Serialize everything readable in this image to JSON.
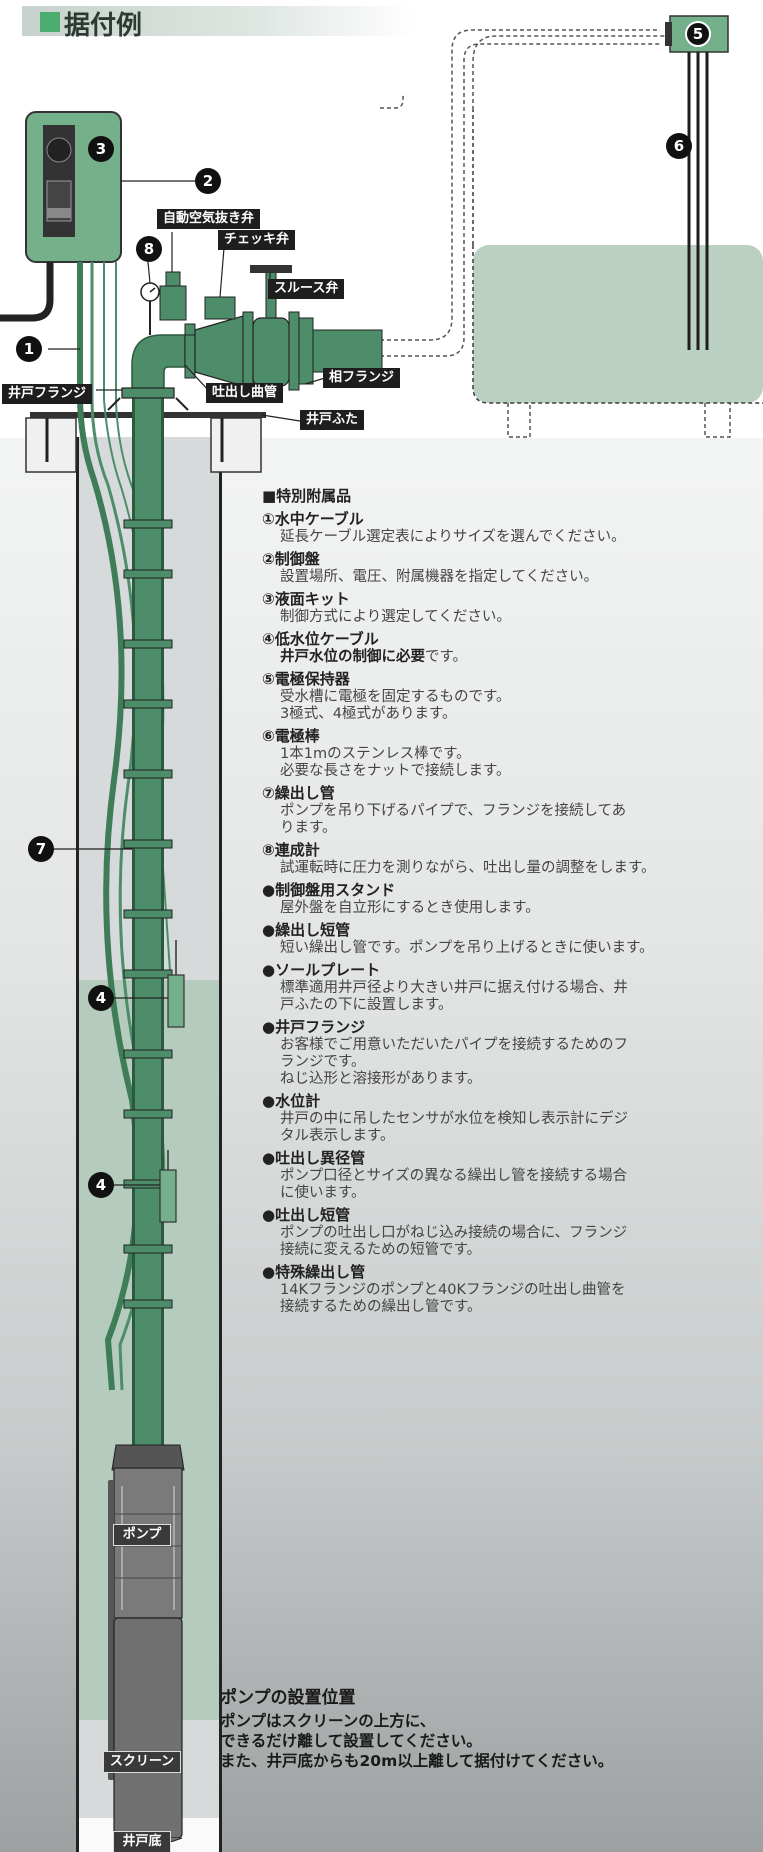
{
  "title": "据付例",
  "labels": {
    "auto_air_valve": "自動空気抜き弁",
    "check_valve": "チェッキ弁",
    "sluice_valve": "スルース弁",
    "well_flange": "井戸フランジ",
    "discharge_bend": "吐出し曲管",
    "mating_flange": "相フランジ",
    "well_cover": "井戸ふた",
    "pump": "ポンプ",
    "screen": "スクリーン",
    "well_bottom": "井戸底"
  },
  "markers": [
    "1",
    "2",
    "3",
    "4",
    "5",
    "6",
    "7",
    "8"
  ],
  "items_title": "■特別附属品",
  "items": [
    {
      "head": "①水中ケーブル",
      "lines": [
        "延長ケーブル選定表によりサイズを選んでください。"
      ]
    },
    {
      "head": "②制御盤",
      "lines": [
        "設置場所、電圧、附属機器を指定してください。"
      ]
    },
    {
      "head": "③液面キット",
      "lines": [
        "制御方式により選定してください。"
      ]
    },
    {
      "head": "④低水位ケーブル",
      "emph": "井戸水位の制御に必要",
      "suffix": "です。"
    },
    {
      "head": "⑤電極保持器",
      "lines": [
        "受水槽に電極を固定するものです。",
        "3極式、4極式があります。"
      ]
    },
    {
      "head": "⑥電極棒",
      "lines": [
        "1本1mのステンレス棒です。",
        "必要な長さをナットで接続します。"
      ]
    },
    {
      "head": "⑦繰出し管",
      "lines": [
        "ポンプを吊り下げるパイプで、フランジを接続してあ",
        "ります。"
      ]
    },
    {
      "head": "⑧連成計",
      "lines": [
        "試運転時に圧力を測りながら、吐出し量の調整をします。"
      ]
    },
    {
      "head": "●制御盤用スタンド",
      "lines": [
        "屋外盤を自立形にするとき使用します。"
      ]
    },
    {
      "head": "●繰出し短管",
      "lines": [
        "短い繰出し管です。ポンプを吊り上げるときに使います。"
      ]
    },
    {
      "head": "●ソールプレート",
      "lines": [
        "標準適用井戸径より大きい井戸に据え付ける場合、井",
        "戸ふたの下に設置します。"
      ]
    },
    {
      "head": "●井戸フランジ",
      "lines": [
        "お客様でご用意いただいたパイプを接続するためのフ",
        "ランジです。",
        "ねじ込形と溶接形があります。"
      ]
    },
    {
      "head": "●水位計",
      "lines": [
        "井戸の中に吊したセンサが水位を検知し表示計にデジ",
        "タル表示します。"
      ]
    },
    {
      "head": "●吐出し異径管",
      "lines": [
        "ポンプ口径とサイズの異なる繰出し管を接続する場合",
        "に使います。"
      ]
    },
    {
      "head": "●吐出し短管",
      "lines": [
        "ポンプの吐出し口がねじ込み接続の場合に、フランジ",
        "接続に変えるための短管です。"
      ]
    },
    {
      "head": "●特殊繰出し管",
      "lines": [
        "14Kフランジのポンプと40Kフランジの吐出し曲管を",
        "接続するための繰出し管です。"
      ]
    }
  ],
  "note": {
    "title": "ポンプの設置位置",
    "lines": [
      "ポンプはスクリーンの上方に、",
      "できるだけ離して設置してください。",
      "また、井戸底からも20m以上離して据付けてください。"
    ]
  },
  "colors": {
    "pipe_green": "#4e8d6a",
    "panel_green": "#74b08a",
    "tank_green": "#b9d0c2",
    "screen_green": "#b4cbbd",
    "label_black": "#1e1e1e"
  }
}
